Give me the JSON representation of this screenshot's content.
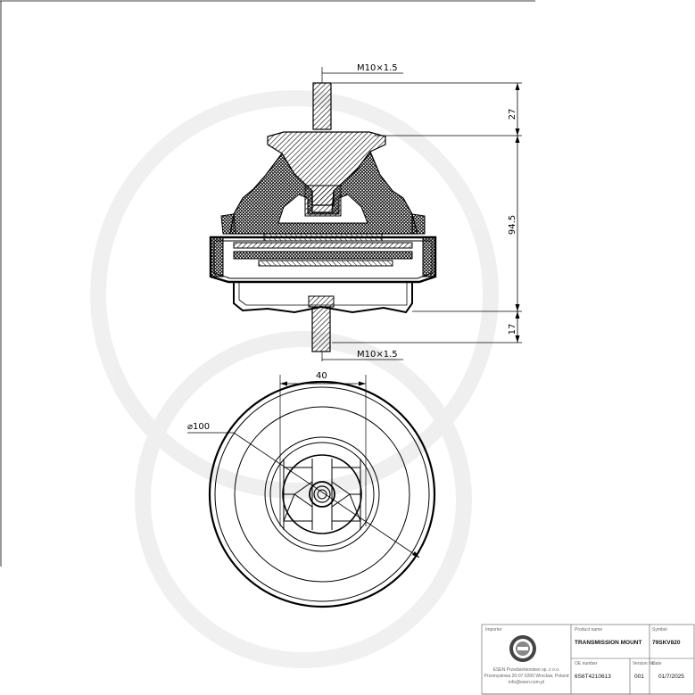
{
  "dimensions": {
    "thread_top": "M10×1.5",
    "thread_bottom": "M10×1.5",
    "dim_top": "27",
    "dim_height": "94.5",
    "dim_bottom": "17",
    "dim_width": "40",
    "dim_diameter": "⌀100"
  },
  "title_block": {
    "importer_label": "Importer",
    "importer_lines": [
      "ESEN Przedsiebiorstwo sp. z o.o.",
      "Przemysłowa 20-07 0200 Wroclaw, Poland",
      "info@esen.com.pl"
    ],
    "product_label": "Product name",
    "product_value": "TRANSMISSION MOUNT",
    "symbol_label": "Symbol",
    "symbol_value": "79SKV820",
    "oe_label": "OE number",
    "oe_value": "6S6T4210613",
    "version_label": "Version No.",
    "version_value": "001",
    "date_label": "Date",
    "date_value": "01/7/2025"
  },
  "colors": {
    "line": "#000000",
    "hatch": "#000000",
    "title_block_border": "#555555"
  },
  "icons": {
    "company_logo": "gear-logo-icon"
  }
}
